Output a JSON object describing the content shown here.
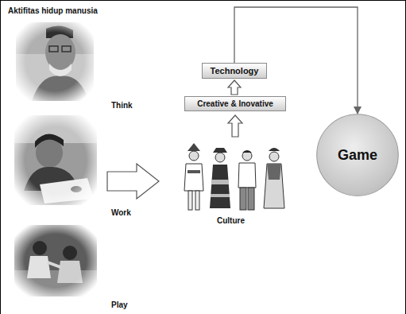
{
  "diagram": {
    "title": "Aktifitas hidup manusia",
    "nodes": [
      {
        "text": [
          "Technology"
        ]
      },
      {
        "text": [
          "Creative & Inovative"
        ]
      },
      {
        "text": [
          "Game"
        ]
      }
    ],
    "edges": [
      {
        "from": 1,
        "to": 0,
        "arrow": "to"
      },
      {
        "from": 0,
        "to": 2,
        "arrow": "to"
      }
    ],
    "labels": [
      "Think",
      "Work",
      "Play",
      "Culture"
    ]
  }
}
